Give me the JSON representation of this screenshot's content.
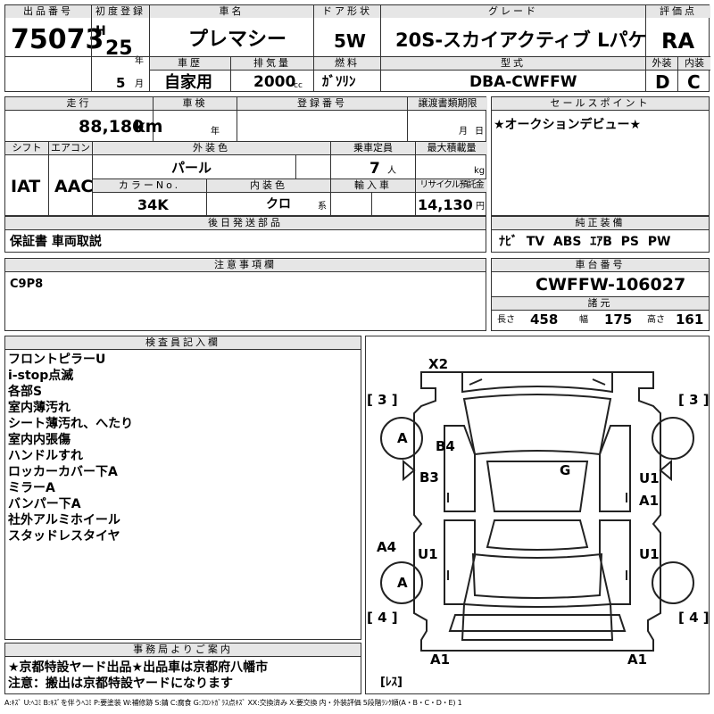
{
  "header": {
    "lot_label": "出品番号",
    "lot_number": "75073",
    "first_reg_label": "初度登録",
    "era": "H",
    "year_num": "25",
    "year_unit": "年",
    "month_num": "5",
    "month_unit": "月",
    "car_name_label": "車名",
    "car_name": "プレマシー",
    "history_label": "車歴",
    "history": "自家用",
    "displacement_label": "排気量",
    "displacement": "2000",
    "displacement_unit": "cc",
    "door_label": "ドア形状",
    "door": "5W",
    "fuel_label": "燃料",
    "fuel": "ｶﾞｿﾘﾝ",
    "grade_label": "グレード",
    "grade": "20S-スカイアクティブ Lパケ",
    "model_label": "型式",
    "model_code": "DBA-CWFFW",
    "score_label": "評価点",
    "score": "RA",
    "ext_label": "外装",
    "ext_grade": "D",
    "int_label": "内装",
    "int_grade": "C"
  },
  "row2": {
    "mileage_label": "走行",
    "mileage": "88,180",
    "mileage_unit": "km",
    "inspection_label": "車検",
    "insp_year_unit": "年",
    "insp_month_unit": "月",
    "regno_label": "登録番号",
    "transfer_label": "譲渡書類期限",
    "transfer_month_unit": "月",
    "transfer_day_unit": "日",
    "shift_label": "シフト",
    "shift": "IAT",
    "ac_label": "エアコン",
    "ac": "AAC",
    "color_label": "外装色",
    "color": "パール",
    "seats_label": "乗車定員",
    "seats": "7",
    "seats_unit": "人",
    "load_label": "最大積載量",
    "load_unit": "kg",
    "colorno_label": "カラーNo.",
    "colorno": "34K",
    "interior_label": "内装色",
    "interior": "クロ",
    "interior_unit": "系",
    "import_label": "輸入車",
    "recycle_label": "リサイクル預託金",
    "recycle": "14,130",
    "recycle_unit": "円"
  },
  "sales": {
    "label": "セールスポイント",
    "text": "★オークションデビュー★"
  },
  "later_parts": {
    "label": "後日発送部品",
    "text": "保証書 車両取説"
  },
  "equipment": {
    "label": "純正装備",
    "text": "ﾅﾋﾞ  TV  ABS  ｴｱB  PS  PW"
  },
  "notes": {
    "label": "注意事項欄",
    "text": "C9P8"
  },
  "chassis": {
    "label": "車台番号",
    "number": "CWFFW-106027",
    "specs_label": "諸元",
    "length_label": "長さ",
    "length": "458",
    "width_label": "幅",
    "width": "175",
    "height_label": "高さ",
    "height": "161"
  },
  "inspector": {
    "label": "検査員記入欄",
    "lines": [
      "フロントピラーU",
      "i-stop点滅",
      "各部S",
      "室内薄汚れ",
      "シート薄汚れ、へたり",
      "室内内張傷",
      "ハンドルすれ",
      "ロッカーカバー下A",
      "ミラーA",
      "バンパー下A",
      "社外アルミホイール",
      "スタッドレスタイヤ"
    ]
  },
  "office": {
    "label": "事務局よりご案内",
    "line1": "★京都特設ヤード出品★出品車は京都府八幡市",
    "line2": "注意：搬出は京都特設ヤードになります"
  },
  "diagram": {
    "marks": {
      "x2": "X2",
      "b4": "B4",
      "b3": "B3",
      "g": "G",
      "u1_right_top": "U1",
      "a1_right": "A1",
      "a4": "A4",
      "u1_left": "U1",
      "u1_right": "U1",
      "a1_bottom_left": "A1",
      "a1_bottom_right": "A1",
      "a_wheel_top": "A",
      "a_wheel_bottom": "A"
    },
    "tread_fl": "[ 3 ]",
    "tread_fr": "[ 3 ]",
    "tread_rl": "[ 4 ]",
    "tread_rr": "[ 4 ]",
    "spare": "[ﾚｽ]"
  },
  "legend": "A:ｷｽﾞ U:ﾍｺﾐ B:ｷｽﾞを伴うﾍｺﾐ P:要塗装 W:補修跡 S:錆 C:腐食 G:ﾌﾛﾝﾄｶﾞﾗｽ点ｷｽﾞ XX:交換済み X:要交換 内・外装評価 5段階ﾗﾝｸ順(A・B・C・D・E) 1"
}
